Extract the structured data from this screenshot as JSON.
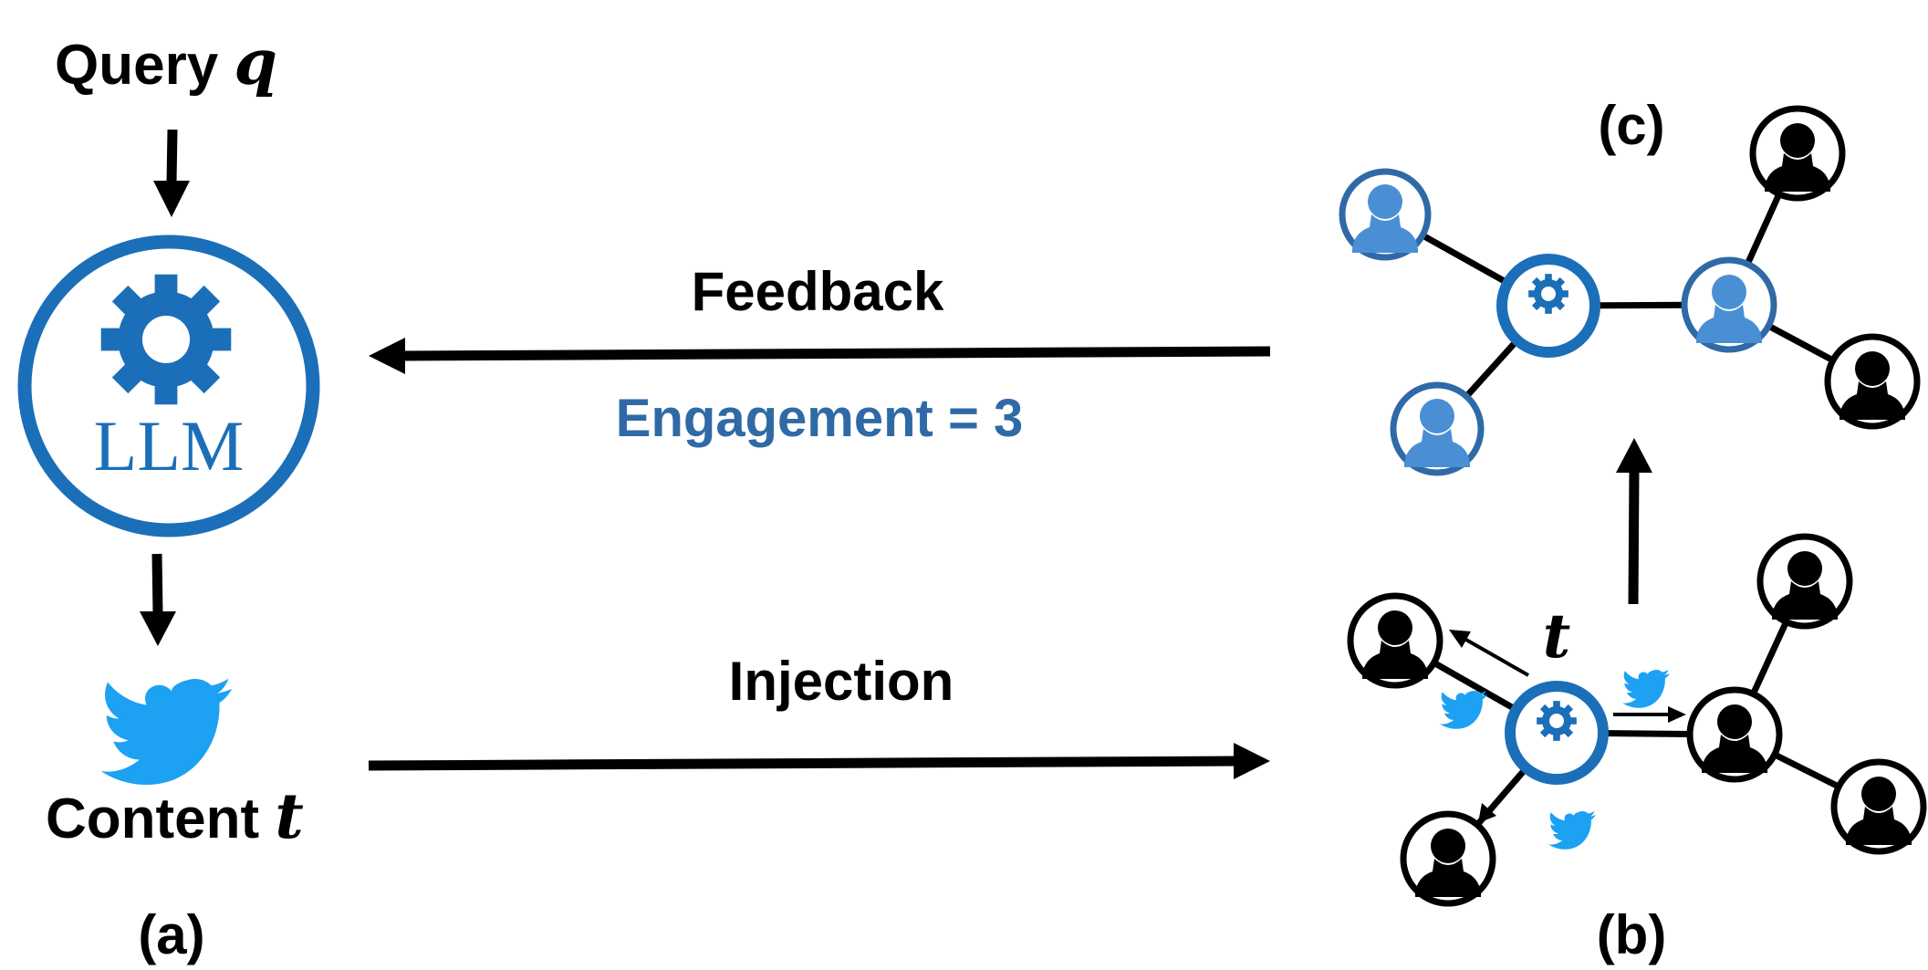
{
  "query": {
    "text": "Query ",
    "var": "q"
  },
  "llm_label": "LLM",
  "content": {
    "text": "Content ",
    "var": "t"
  },
  "panel_a": "(a)",
  "panel_b": "(b)",
  "panel_c": "(c)",
  "feedback_label": "Feedback",
  "engagement_label": "Engagement = 3",
  "injection_label": "Injection",
  "content_var_b": "t",
  "colors": {
    "llm_blue": "#1b6fb8",
    "engaged_blue": "#4a8fd4",
    "engagement_text": "#2f6aa6",
    "twitter_blue": "#1da1f2",
    "black": "#000000"
  },
  "icons": [
    "gear-icon",
    "person-icon",
    "twitter-bird-icon",
    "arrow-icon"
  ]
}
